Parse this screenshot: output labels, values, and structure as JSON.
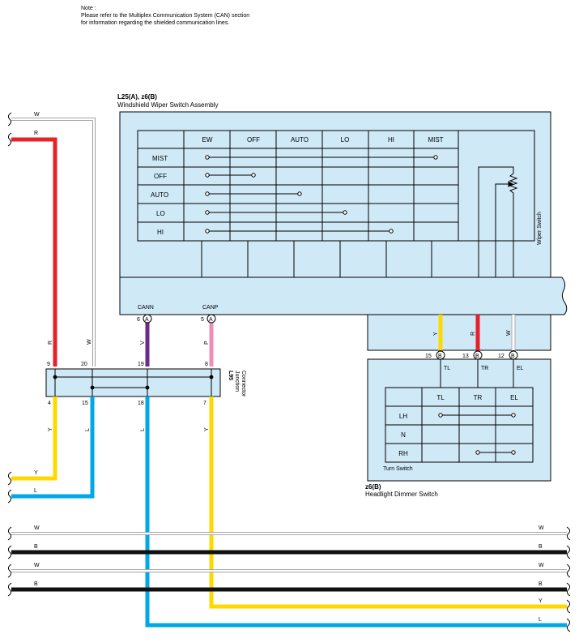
{
  "note": {
    "heading": "Note :",
    "line1": "Please refer to the Multiplex Communication System (CAN) section",
    "line2": "for information regarding the shielded communication lines."
  },
  "wiper_assembly": {
    "code": "L25(A), z6(B)",
    "name": "Windshield Wiper Switch Assembly",
    "columns": [
      "EW",
      "OFF",
      "AUTO",
      "LO",
      "HI",
      "MIST"
    ],
    "rows": [
      "MIST",
      "OFF",
      "AUTO",
      "LO",
      "HI"
    ],
    "wiper_switch_label": "Wiper Switch"
  },
  "can_terminals": {
    "cann": {
      "label": "CANN",
      "pin": "6",
      "conn": "A"
    },
    "canp": {
      "label": "CANP",
      "pin": "5",
      "conn": "A"
    }
  },
  "b_terminals": [
    {
      "pin": "15",
      "conn": "B",
      "wire": "Y",
      "signal": "TL"
    },
    {
      "pin": "13",
      "conn": "B",
      "wire": "R",
      "signal": "TR"
    },
    {
      "pin": "12",
      "conn": "B",
      "wire": "W",
      "signal": "EL"
    }
  ],
  "turn_switch": {
    "columns": [
      "TL",
      "TR",
      "EL"
    ],
    "rows": [
      "LH",
      "N",
      "RH"
    ],
    "label": "Turn Switch"
  },
  "headlight_dimmer": {
    "code": "z6(B)",
    "name": "Headlight Dimmer Switch"
  },
  "junction_connector": {
    "code": "L95",
    "name_line1": "Junction",
    "name_line2": "Connector",
    "top_pins": [
      "9",
      "20",
      "19",
      "8"
    ],
    "bottom_pins": [
      "4",
      "15",
      "18",
      "7"
    ]
  },
  "wire_labels": {
    "left_top": [
      "W",
      "R"
    ],
    "vertical_upper": [
      "R",
      "W",
      "V",
      "P"
    ],
    "vertical_lower": [
      "Y",
      "L",
      "L",
      "Y"
    ],
    "left_mid": [
      "Y",
      "L"
    ],
    "bottom_left": [
      "W",
      "B",
      "W",
      "B"
    ],
    "bottom_right": [
      "W",
      "B",
      "W",
      "B",
      "Y",
      "L"
    ]
  },
  "colors": {
    "red": "#e8202a",
    "yellow": "#ffd800",
    "blue": "#00a8e8",
    "violet": "#6a2a8e",
    "pink": "#f08cb8",
    "black": "#111111",
    "box_fill": "#cfe9f7"
  }
}
